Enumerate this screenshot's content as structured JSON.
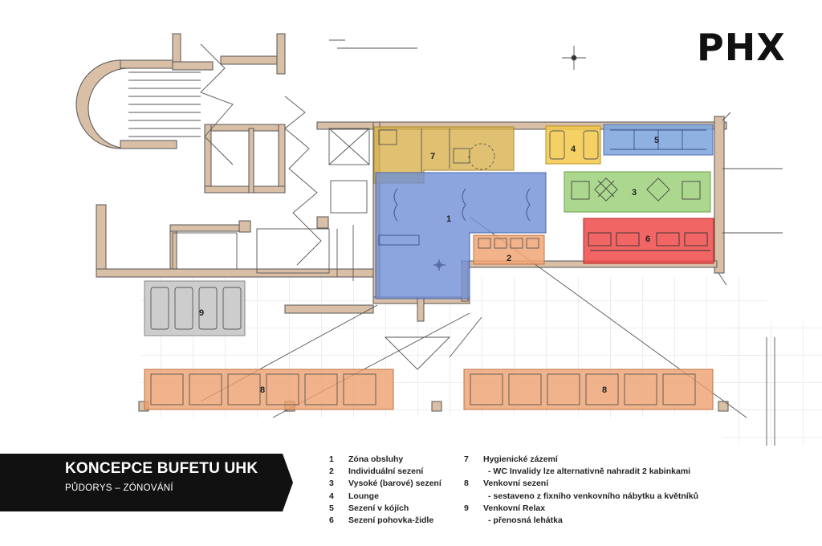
{
  "logo": "PHX",
  "banner": {
    "title": "KONCEPCE BUFETU UHK",
    "subtitle": "PŮDORYS – ZÓNOVÁNÍ"
  },
  "zones": [
    {
      "id": "1",
      "color": "#6f8fd6"
    },
    {
      "id": "2",
      "color": "#f1a676"
    },
    {
      "id": "3",
      "color": "#9ed07a"
    },
    {
      "id": "4",
      "color": "#f3c94a"
    },
    {
      "id": "5",
      "color": "#7aa3dd"
    },
    {
      "id": "6",
      "color": "#ee4a4a"
    },
    {
      "id": "7",
      "color": "#d8b24e"
    },
    {
      "id": "8",
      "color": "#eea06e"
    },
    {
      "id": "9",
      "color": "#c4c4c4"
    }
  ],
  "legend": {
    "col1": [
      {
        "num": "1",
        "label": "Zóna obsluhy"
      },
      {
        "num": "2",
        "label": "Individuální sezení"
      },
      {
        "num": "3",
        "label": "Vysoké (barové) sezení"
      },
      {
        "num": "4",
        "label": "Lounge"
      },
      {
        "num": "5",
        "label": "Sezení v kójích"
      },
      {
        "num": "6",
        "label": "Sezení pohovka-židle"
      }
    ],
    "col2": [
      {
        "num": "7",
        "label": "Hygienické zázemí",
        "sub": "- WC Invalidy lze alternativně nahradit 2 kabinkami"
      },
      {
        "num": "8",
        "label": "Venkovní sezení",
        "sub": "- sestaveno z fixního venkovního nábytku a květníků"
      },
      {
        "num": "9",
        "label": "Venkovní Relax",
        "sub": "- přenosná lehátka"
      }
    ]
  }
}
